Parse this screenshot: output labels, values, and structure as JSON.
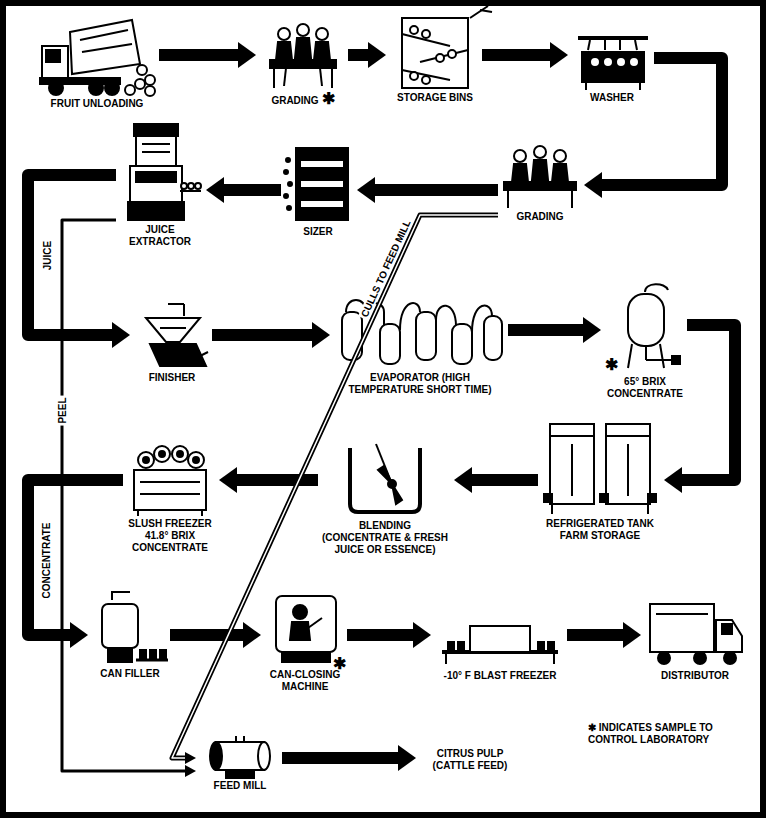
{
  "diagram": {
    "nodes": [
      {
        "text": [
          "FRUIT UNLOADING"
        ]
      },
      {
        "text": [
          "GRADING",
          "✱"
        ]
      },
      {
        "text": [
          "STORAGE BINS"
        ]
      },
      {
        "text": [
          "WASHER"
        ]
      },
      {
        "text": [
          "GRADING"
        ]
      },
      {
        "text": [
          "SIZER"
        ]
      },
      {
        "text": [
          "JUICE EXTRACTOR"
        ]
      },
      {
        "text": [
          "FINISHER"
        ]
      },
      {
        "text": [
          "EVAPORATOR (HIGH TEMPERATURE SHORT TIME)"
        ]
      },
      {
        "text": [
          "65° BRIX CONCENTRATE",
          "✱"
        ]
      },
      {
        "text": [
          "REFRIGERATED TANK FARM STORAGE"
        ]
      },
      {
        "text": [
          "BLENDING (CONCENTRATE & FRESH JUICE OR ESSENCE)"
        ]
      },
      {
        "text": [
          "SLUSH FREEZER 41.8° BRIX CONCENTRATE"
        ]
      },
      {
        "text": [
          "CAN FILLER"
        ]
      },
      {
        "text": [
          "CAN-CLOSING MACHINE",
          "✱"
        ]
      },
      {
        "text": [
          "-10° F BLAST FREEZER"
        ]
      },
      {
        "text": [
          "DISTRIBUTOR"
        ]
      },
      {
        "text": [
          "FEED MILL"
        ]
      },
      {
        "text": [
          "CITRUS PULP (CATTLE FEED)"
        ]
      }
    ],
    "edges": [
      {
        "from": 0,
        "to": 1,
        "arrow": "to"
      },
      {
        "from": 1,
        "to": 2,
        "arrow": "to"
      },
      {
        "from": 2,
        "to": 3,
        "arrow": "to"
      },
      {
        "from": 3,
        "to": 4,
        "arrow": "to"
      },
      {
        "from": 4,
        "to": 5,
        "arrow": "to"
      },
      {
        "from": 5,
        "to": 6,
        "arrow": "to"
      },
      {
        "from": 6,
        "to": 7,
        "label": "JUICE",
        "arrow": "to"
      },
      {
        "from": 7,
        "to": 8,
        "arrow": "to"
      },
      {
        "from": 8,
        "to": 9,
        "arrow": "to"
      },
      {
        "from": 9,
        "to": 10,
        "arrow": "to"
      },
      {
        "from": 10,
        "to": 11,
        "arrow": "to"
      },
      {
        "from": 11,
        "to": 12,
        "arrow": "to"
      },
      {
        "from": 12,
        "to": 13,
        "label": "CONCENTRATE",
        "arrow": "to"
      },
      {
        "from": 13,
        "to": 14,
        "arrow": "to"
      },
      {
        "from": 14,
        "to": 15,
        "arrow": "to"
      },
      {
        "from": 15,
        "to": 16,
        "arrow": "to"
      },
      {
        "from": 4,
        "to": 17,
        "label": "CULLS TO FEED MILL",
        "arrow": "to"
      },
      {
        "from": 6,
        "to": 17,
        "label": "PEEL",
        "arrow": "to"
      },
      {
        "from": 17,
        "to": 18,
        "arrow": "to"
      }
    ],
    "labels": [
      "✱ INDICATES SAMPLE TO CONTROL LABORATORY"
    ]
  }
}
